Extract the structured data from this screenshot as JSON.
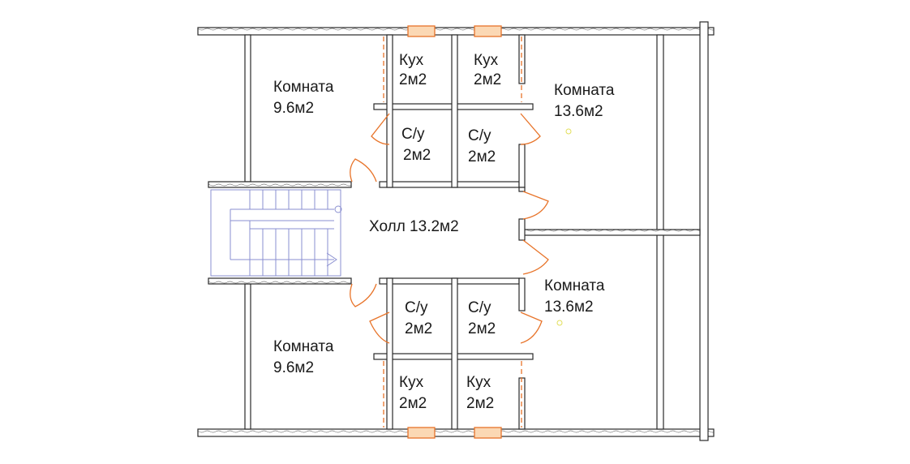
{
  "rooms": {
    "room_top_left": {
      "name": "Комната",
      "area": "9.6м2"
    },
    "room_top_right": {
      "name": "Комната",
      "area": "13.6м2"
    },
    "room_bottom_left": {
      "name": "Комната",
      "area": "9.6м2"
    },
    "room_bottom_right": {
      "name": "Комната",
      "area": "13.6м2"
    },
    "kitchen_tl": {
      "name": "Кух",
      "area": "2м2"
    },
    "kitchen_tr": {
      "name": "Кух",
      "area": "2м2"
    },
    "kitchen_bl": {
      "name": "Кух",
      "area": "2м2"
    },
    "kitchen_br": {
      "name": "Кух",
      "area": "2м2"
    },
    "bath_tl": {
      "name": "С/у",
      "area": "2м2"
    },
    "bath_tr": {
      "name": "С/у",
      "area": "2м2"
    },
    "bath_bl": {
      "name": "С/у",
      "area": "2м2"
    },
    "bath_br": {
      "name": "С/у",
      "area": "2м2"
    },
    "hall": {
      "label": "Холл 13.2м2"
    }
  },
  "colors": {
    "wall": "#2a2a2a",
    "door": "#e8742a",
    "window_fill": "#fbd8b4",
    "stair": "#8a8fd0",
    "lamp": "#e2df5a"
  }
}
